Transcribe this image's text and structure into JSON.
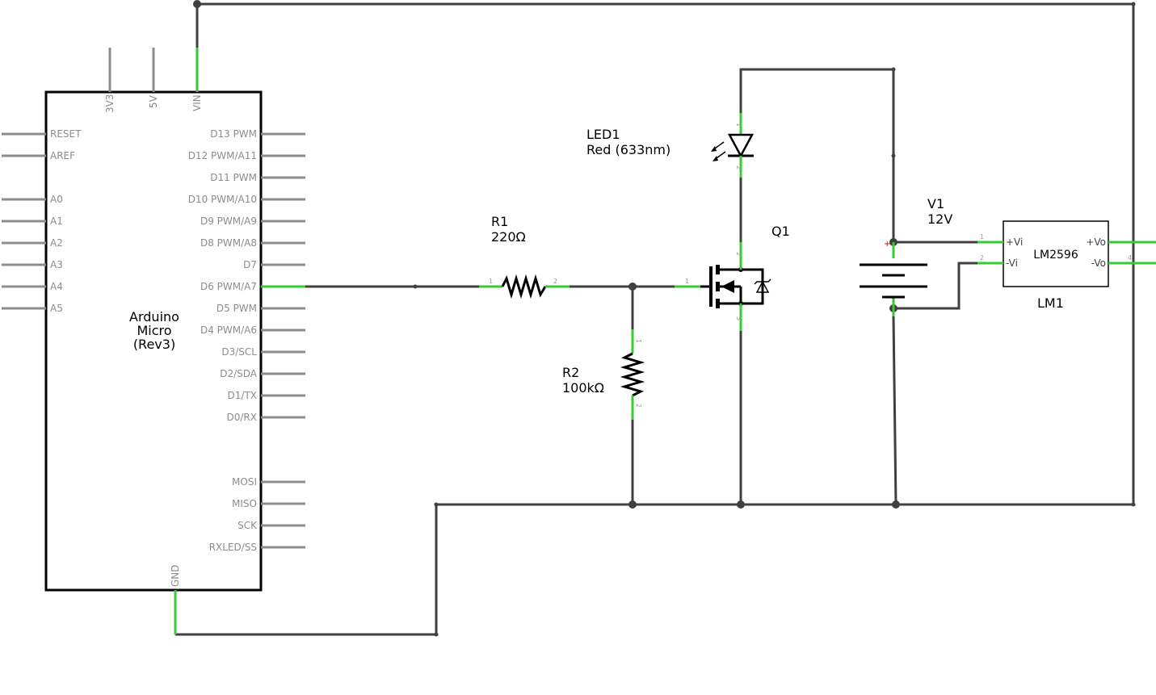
{
  "arduino": {
    "name_line1": "Arduino",
    "name_line2": "Micro",
    "name_line3": "(Rev3)",
    "top_pins": [
      "3V3",
      "5V",
      "VIN"
    ],
    "bottom_pins": [
      "GND"
    ],
    "left_pins": [
      "RESET",
      "AREF",
      "A0",
      "A1",
      "A2",
      "A3",
      "A4",
      "A5"
    ],
    "right_pins": [
      "D13 PWM",
      "D12 PWM/A11",
      "D11 PWM",
      "D10 PWM/A10",
      "D9 PWM/A9",
      "D8 PWM/A8",
      "D7",
      "D6 PWM/A7",
      "D5 PWM",
      "D4 PWM/A6",
      "D3/SCL",
      "D2/SDA",
      "D1/TX",
      "D0/RX",
      "MOSI",
      "MISO",
      "SCK",
      "RXLED/SS"
    ]
  },
  "r1": {
    "ref": "R1",
    "value": "220Ω",
    "pin1": "1",
    "pin2": "2"
  },
  "r2": {
    "ref": "R2",
    "value": "100kΩ",
    "pin1": "1",
    "pin2": "2"
  },
  "led1": {
    "ref": "LED1",
    "value": "Red (633nm)",
    "pin1": "1",
    "pin2": "2"
  },
  "q1": {
    "ref": "Q1",
    "pin1": "1",
    "pin2": "2",
    "pin3": "3"
  },
  "v1": {
    "ref": "V1",
    "value": "12V",
    "plus": "+"
  },
  "lm1": {
    "ref": "LM1",
    "chip": "LM2596",
    "pin_vi_plus": "+Vi",
    "pin_vi_minus": "-Vi",
    "pin_vo_plus": "+Vo",
    "pin_vo_minus": "-Vo",
    "pin_num1": "1",
    "pin_num2": "2",
    "pin_num4": "4"
  },
  "colors": {
    "wire": "#404040",
    "pin_end": "#33cc33",
    "pin": "#8c8c8c",
    "body": "#000000"
  }
}
